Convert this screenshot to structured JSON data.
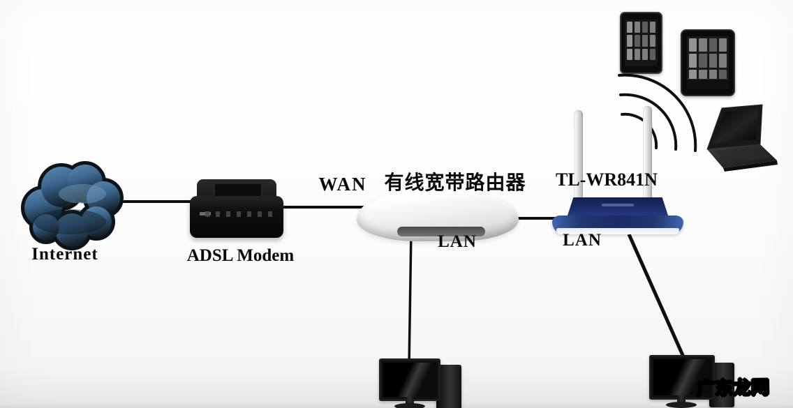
{
  "labels": {
    "internet": "Internet",
    "adsl_modem": "ADSL Modem",
    "wan": "WAN",
    "wired_router_title": "有线宽带路由器",
    "lan_wired_router": "LAN",
    "lan_tl_router": "LAN",
    "tl_router_model": "TL-WR841N",
    "watermark": "广东龙网"
  },
  "devices": [
    {
      "name": "internet-cloud",
      "label": "Internet",
      "type": "cloud"
    },
    {
      "name": "adsl-modem",
      "label": "ADSL Modem",
      "type": "modem"
    },
    {
      "name": "wired-broadband-router",
      "label": "有线宽带路由器",
      "type": "router"
    },
    {
      "name": "tl-wr841n",
      "label": "TL-WR841N",
      "type": "wireless-router"
    },
    {
      "name": "smartphone",
      "type": "wifi-client"
    },
    {
      "name": "tablet",
      "type": "wifi-client"
    },
    {
      "name": "laptop",
      "type": "wifi-client"
    },
    {
      "name": "desktop-pc-1",
      "type": "lan-client"
    },
    {
      "name": "desktop-pc-2",
      "type": "lan-client"
    }
  ],
  "connections": [
    {
      "from": "internet-cloud",
      "to": "adsl-modem",
      "type": "wired"
    },
    {
      "from": "adsl-modem",
      "to": "wired-broadband-router",
      "type": "wired",
      "port_label": "WAN"
    },
    {
      "from": "wired-broadband-router",
      "to": "tl-wr841n",
      "type": "wired"
    },
    {
      "from": "wired-broadband-router",
      "to": "desktop-pc-1",
      "type": "wired",
      "port_label": "LAN"
    },
    {
      "from": "tl-wr841n",
      "to": "desktop-pc-2",
      "type": "wired",
      "port_label": "LAN"
    },
    {
      "from": "tl-wr841n",
      "to": "smartphone, tablet, laptop",
      "type": "wifi"
    }
  ],
  "colors": {
    "background": "#fafafa",
    "connection_line": "#0d0d0d",
    "cloud_fill_top": "#5580a8",
    "cloud_fill_bottom": "#15222d",
    "router_navy": "#1c2a66",
    "label_text": "#0a0a0a",
    "watermark_fill": "#ffffff",
    "watermark_outline": "#000000"
  }
}
